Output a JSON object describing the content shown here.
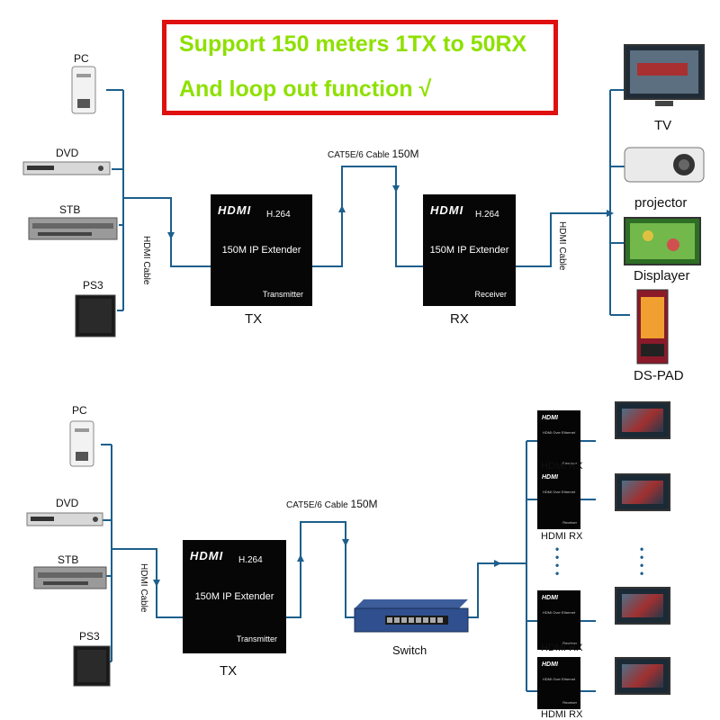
{
  "banner": {
    "line1": "Support 150 meters 1TX to 50RX",
    "line2": "And loop out function √"
  },
  "top": {
    "sources": [
      "PC",
      "DVD",
      "STB",
      "PS3"
    ],
    "hdmi_cable_left": "HDMI Cable",
    "hdmi_cable_right": "HDMI Cable",
    "cable_label": "CAT5E/6 Cable",
    "cable_length": "150M",
    "tx": {
      "logo": "HDMI",
      "codec": "H.264",
      "title": "150M IP Extender",
      "role": "Transmitter",
      "caption": "TX"
    },
    "rx": {
      "logo": "HDMI",
      "codec": "H.264",
      "title": "150M IP Extender",
      "role": "Receiver",
      "caption": "RX"
    },
    "displays": [
      "TV",
      "projector",
      "Displayer",
      "DS-PAD"
    ]
  },
  "bottom": {
    "sources": [
      "PC",
      "DVD",
      "STB",
      "PS3"
    ],
    "hdmi_cable": "HDMI Cable",
    "cable_label": "CAT5E/6 Cable",
    "cable_length": "150M",
    "tx": {
      "logo": "HDMI",
      "codec": "H.264",
      "title": "150M IP Extender",
      "role": "Transmitter",
      "caption": "TX"
    },
    "switch_label": "Switch",
    "rx_label": "HDMI RX",
    "rx_units": [
      "HDMI RX",
      "HDMI RX",
      "HDMI RX",
      "HDMI RX"
    ],
    "mini_logo": "HDMI",
    "mini_text": "HDMI Over Ethernet",
    "mini_role": "Receiver"
  },
  "colors": {
    "line": "#1c5f8c",
    "banner_border": "#e01010",
    "banner_text": "#8ee000",
    "device": "#060606"
  }
}
